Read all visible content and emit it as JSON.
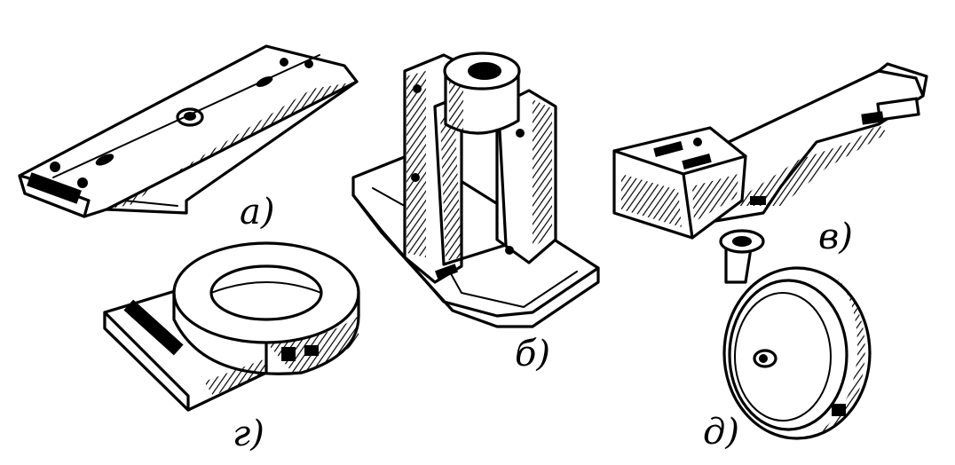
{
  "labels": {
    "a": "а)",
    "b": "б)",
    "v": "в)",
    "g": "г)",
    "d": "д)"
  },
  "colors": {
    "ink": "#000000",
    "paper": "#ffffff"
  }
}
